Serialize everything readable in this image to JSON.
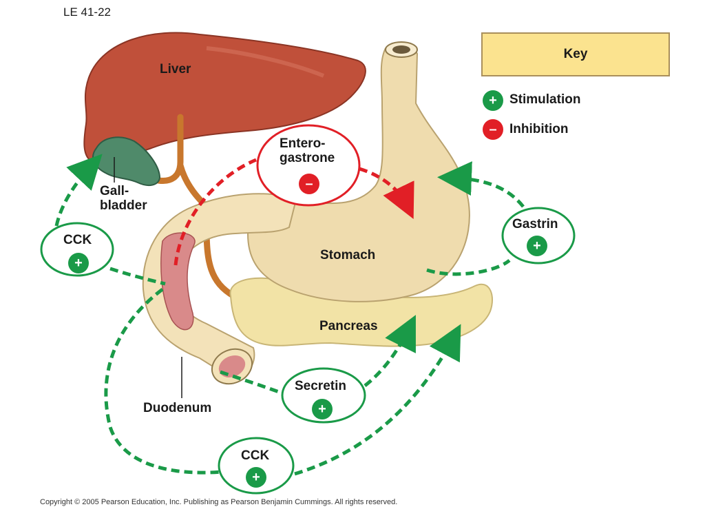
{
  "slide_title": "LE 41-22",
  "copyright": "Copyright © 2005 Pearson Education, Inc. Publishing as Pearson Benjamin Cummings. All rights reserved.",
  "key": {
    "title": "Key",
    "stimulation": "Stimulation",
    "inhibition": "Inhibition",
    "stim_symbol": "+",
    "inhib_symbol": "–"
  },
  "organs": {
    "liver": "Liver",
    "gallbladder_1": "Gall-",
    "gallbladder_2": "bladder",
    "stomach": "Stomach",
    "pancreas": "Pancreas",
    "duodenum": "Duodenum"
  },
  "hormones": {
    "cck_left": "CCK",
    "cck_bottom": "CCK",
    "gastrin": "Gastrin",
    "secretin": "Secretin",
    "enterogastrone_1": "Entero-",
    "enterogastrone_2": "gastrone"
  },
  "colors": {
    "stimulation": "#1a9a48",
    "inhibition": "#e11f26",
    "key_box": "#fbe38f",
    "liver": "#c0503a",
    "gallbladder": "#4f8a6a",
    "stomach": "#efdcae",
    "pancreas": "#f2e3a6"
  }
}
